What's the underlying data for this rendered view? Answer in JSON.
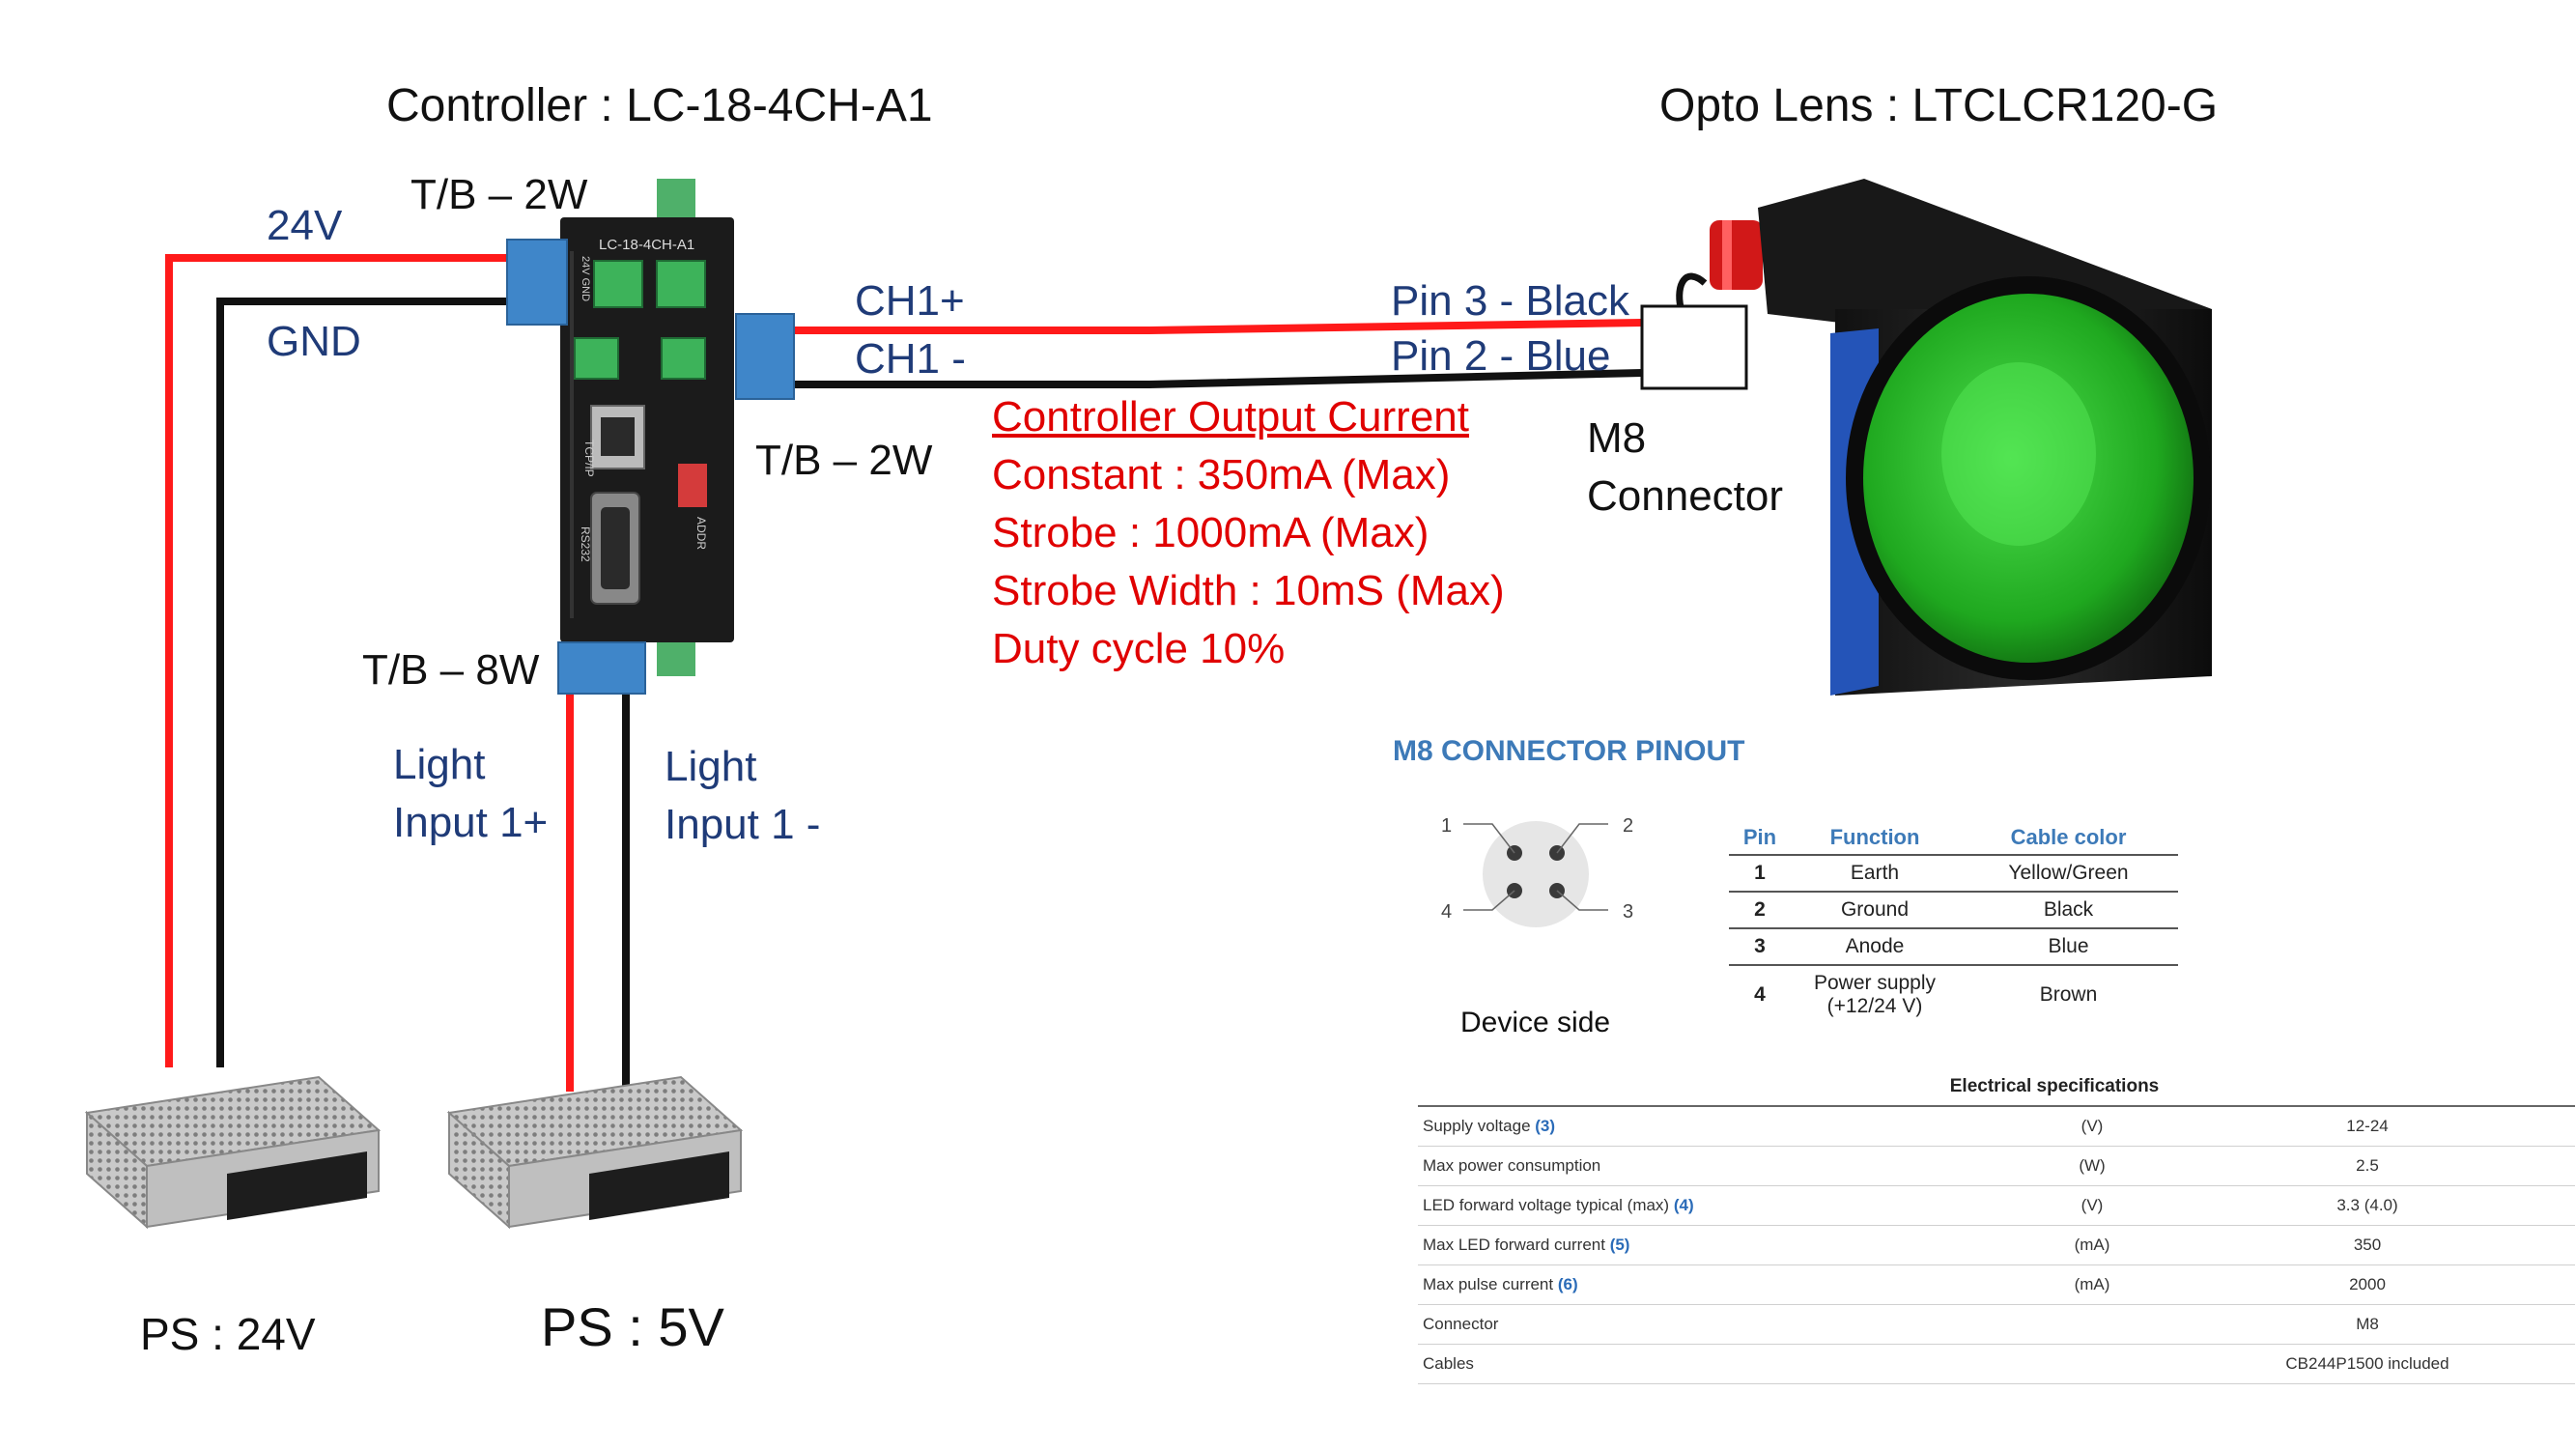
{
  "titles": {
    "controller": "Controller : LC-18-4CH-A1",
    "lens": "Opto Lens : LTCLCR120-G"
  },
  "labels": {
    "v24": "24V",
    "gnd": "GND",
    "tb_top": "T/B – 2W",
    "tb_right": "T/B – 2W",
    "tb_bottom": "T/B – 8W",
    "ch1_plus": "CH1+",
    "ch1_minus": "CH1 -",
    "pin3": "Pin 3 - Black",
    "pin2": "Pin 2 - Blue",
    "m8_line1": "M8",
    "m8_line2": "Connector",
    "light1_line1": "Light",
    "light1_line2": "Input 1+",
    "light2_line1": "Light",
    "light2_line2": "Input 1 -",
    "ps24": "PS : 24V",
    "ps5": "PS : 5V"
  },
  "controller_text": {
    "model": "LC-18-4CH-A1",
    "tcpip": "TCP/IP",
    "rs232": "RS232",
    "addr": "ADDR",
    "power": "24V GND"
  },
  "output_spec": {
    "heading": "Controller Output Current",
    "lines": [
      "Constant : 350mA (Max)",
      "Strobe : 1000mA (Max)",
      "Strobe Width : 10mS (Max)",
      "Duty cycle 10%"
    ]
  },
  "pinout": {
    "title": "M8 CONNECTOR PINOUT",
    "device_side": "Device side",
    "pin_nums": [
      "1",
      "2",
      "3",
      "4"
    ],
    "headers": [
      "Pin",
      "Function",
      "Cable color"
    ],
    "rows": [
      [
        "1",
        "Earth",
        "Yellow/Green"
      ],
      [
        "2",
        "Ground",
        "Black"
      ],
      [
        "3",
        "Anode",
        "Blue"
      ],
      [
        "4",
        "Power supply (+12/24 V)",
        "Brown"
      ]
    ]
  },
  "electrical": {
    "title": "Electrical specifications",
    "rows": [
      {
        "name": "Supply voltage",
        "ref": "(3)",
        "unit": "(V)",
        "value": "12-24"
      },
      {
        "name": "Max power consumption",
        "ref": "",
        "unit": "(W)",
        "value": "2.5"
      },
      {
        "name": "LED forward voltage typical (max)",
        "ref": "(4)",
        "unit": "(V)",
        "value": "3.3 (4.0)"
      },
      {
        "name": "Max LED forward current",
        "ref": "(5)",
        "unit": "(mA)",
        "value": "350"
      },
      {
        "name": "Max pulse current",
        "ref": "(6)",
        "unit": "(mA)",
        "value": "2000"
      },
      {
        "name": "Connector",
        "ref": "",
        "unit": "",
        "value": "M8"
      },
      {
        "name": "Cables",
        "ref": "",
        "unit": "",
        "value": "CB244P1500 included"
      }
    ]
  },
  "colors": {
    "wire_positive": "#ff1a1a",
    "wire_negative": "#111111",
    "terminal_block": "#3f86c9",
    "label_blue": "#1f3b78",
    "spec_red": "#e00000",
    "lens_green": "#22c022"
  }
}
